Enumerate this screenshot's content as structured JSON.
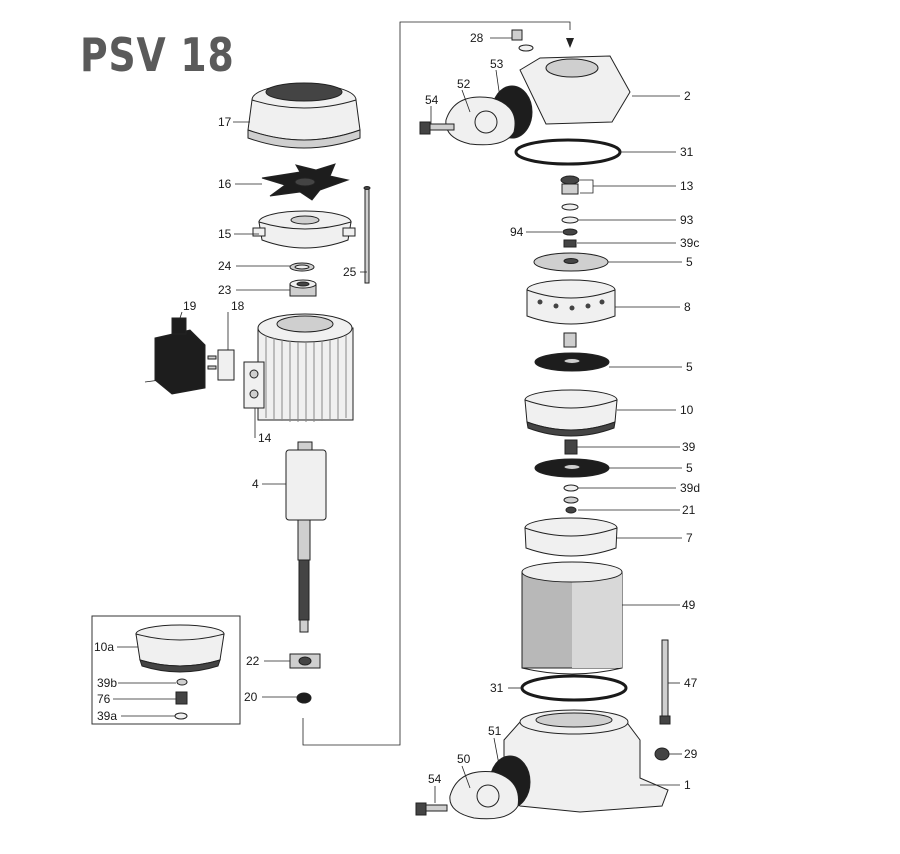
{
  "title": "PSV 18",
  "labels": {
    "p28": "28",
    "p52": "52",
    "p53": "53",
    "p54_top": "54",
    "p2": "2",
    "p31_top": "31",
    "p13": "13",
    "p93": "93",
    "p94": "94",
    "p39c": "39c",
    "p5_a": "5",
    "p8": "8",
    "p5_b": "5",
    "p10": "10",
    "p39": "39",
    "p5_c": "5",
    "p39d": "39d",
    "p21": "21",
    "p7": "7",
    "p49": "49",
    "p31_bot": "31",
    "p47": "47",
    "p29": "29",
    "p51": "51",
    "p50": "50",
    "p54_bot": "54",
    "p1": "1",
    "p17": "17",
    "p16": "16",
    "p15": "15",
    "p24": "24",
    "p25": "25",
    "p23": "23",
    "p19": "19",
    "p18": "18",
    "p14": "14",
    "p4": "4",
    "p22": "22",
    "p20": "20",
    "p10a": "10a",
    "p39b": "39b",
    "p76": "76",
    "p39a": "39a"
  }
}
